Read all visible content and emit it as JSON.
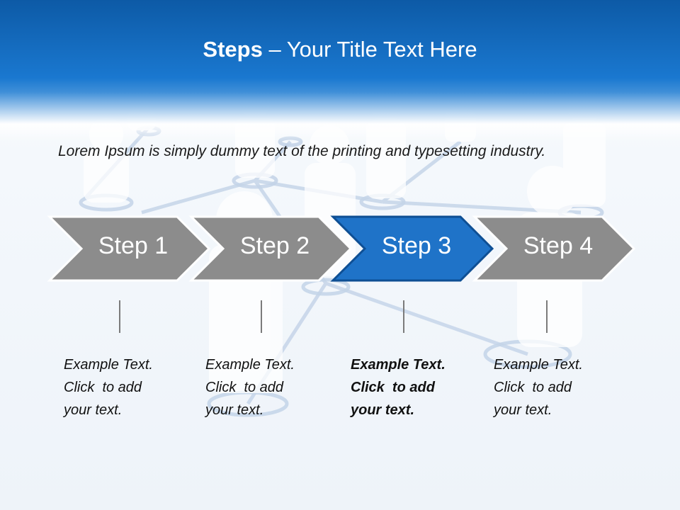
{
  "header": {
    "title_bold": "Steps",
    "title_rest": " – Your Title Text Here"
  },
  "intro": "Lorem Ipsum is simply dummy text of the printing and typesetting industry.",
  "steps": [
    {
      "label": "Step 1",
      "active": false,
      "note": [
        "Example Text.",
        "Click  to add",
        "your text."
      ]
    },
    {
      "label": "Step 2",
      "active": false,
      "note": [
        "Example Text.",
        "Click  to add",
        "your text."
      ]
    },
    {
      "label": "Step 3",
      "active": true,
      "note": [
        "Example Text.",
        "Click  to add",
        "your text."
      ]
    },
    {
      "label": "Step 4",
      "active": false,
      "note": [
        "Example Text.",
        "Click  to add",
        "your text."
      ]
    }
  ],
  "colors": {
    "header_blue": "#1a78d0",
    "step_gray": "#8c8c8c",
    "step_active": "#1f73c8",
    "network_line": "#b9cbe3"
  }
}
